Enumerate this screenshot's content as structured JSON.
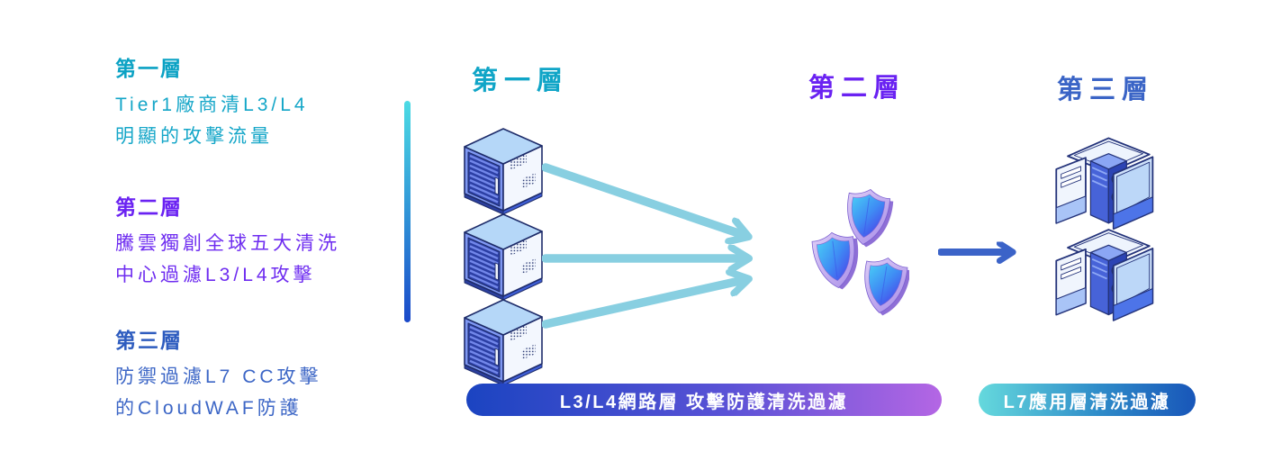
{
  "left_panel": {
    "tiers": [
      {
        "title": "第一層",
        "line1": "Tier1廠商清L3/L4",
        "line2": "明顯的攻擊流量",
        "color": "#14a6c8"
      },
      {
        "title": "第二層",
        "line1": "騰雲獨創全球五大清洗",
        "line2": "中心過濾L3/L4攻擊",
        "color": "#6e2cf0"
      },
      {
        "title": "第三層",
        "line1": "防禦過濾L7 CC攻擊",
        "line2": "的CloudWAF防護",
        "color": "#3c66c6"
      }
    ]
  },
  "divider": {
    "gradient_top": "#4cdbe4",
    "gradient_bottom": "#1a49c9"
  },
  "diagram": {
    "stage1": {
      "label": "第一層",
      "color": "#10a5c7",
      "icon": "server-rack-stack-icon"
    },
    "stage2": {
      "label": "第二層",
      "color": "#6a22f2",
      "icon": "shield-group-icon"
    },
    "stage3": {
      "label": "第三層",
      "color": "#3a64c6",
      "icon": "server-tower-stack-icon"
    },
    "flow_arrows": {
      "count": 3,
      "color": "#88cfe1"
    },
    "stage_arrow": {
      "color": "#3b63c8"
    }
  },
  "badges": [
    {
      "label": "L3/L4網路層 攻擊防護清洗過濾",
      "gradient_left": "#1b44c1",
      "gradient_right": "#b466e4"
    },
    {
      "label": "L7應用層清洗過濾",
      "gradient_left": "#65d9dd",
      "gradient_right": "#1856b9"
    }
  ]
}
